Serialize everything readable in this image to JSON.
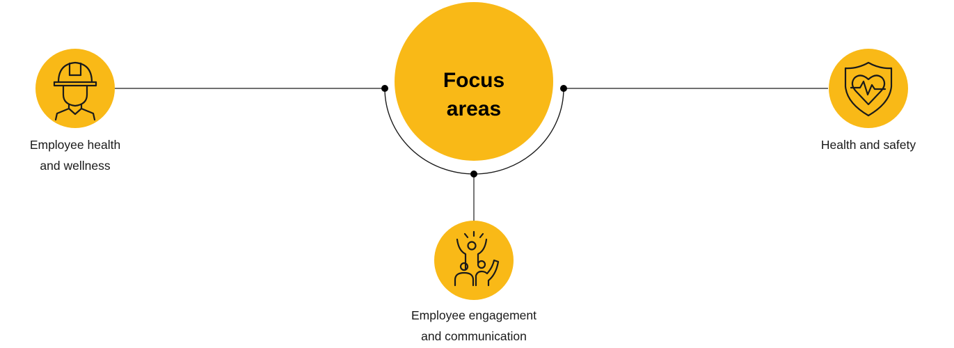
{
  "colors": {
    "accent": "#F9B917",
    "line": "#1a1a1a",
    "text": "#1a1a1a"
  },
  "center": {
    "title_line1": "Focus",
    "title_line2": "areas"
  },
  "nodes": [
    {
      "id": "left",
      "icon": "construction-worker-icon",
      "label_line1": "Employee health",
      "label_line2": "and wellness"
    },
    {
      "id": "right",
      "icon": "shield-heartbeat-icon",
      "label_line1": "Health and safety",
      "label_line2": ""
    },
    {
      "id": "bottom",
      "icon": "celebrating-people-icon",
      "label_line1": "Employee engagement",
      "label_line2": "and communication"
    }
  ]
}
